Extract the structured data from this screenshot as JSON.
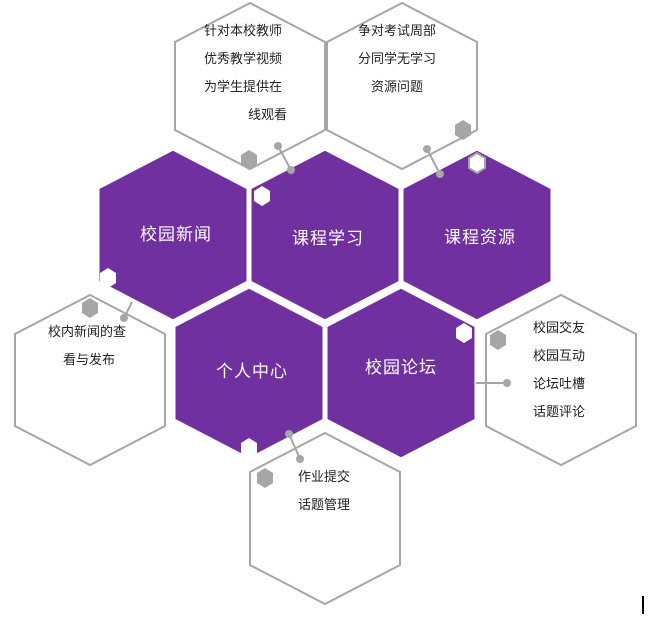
{
  "colors": {
    "purple": "#7030a0",
    "outline": "#a6a6a6",
    "text": "#222222"
  },
  "modules": [
    {
      "key": "news",
      "title": "校园新闻"
    },
    {
      "key": "course",
      "title": "课程学习"
    },
    {
      "key": "resource",
      "title": "课程资源"
    },
    {
      "key": "personal",
      "title": "个人中心"
    },
    {
      "key": "forum",
      "title": "校园论坛"
    }
  ],
  "descriptions": {
    "teacher_video": [
      "针对本校教师",
      "优秀教学视频",
      "为学生提供在",
      "线观看"
    ],
    "exam_resources": [
      "争对考试周部",
      "分同学无学习",
      "资源问题"
    ],
    "news_publish": [
      "校内新闻的查",
      "看与发布"
    ],
    "forum_features": [
      "校园交友",
      "校园互动",
      "论坛吐槽",
      "话题评论"
    ],
    "homework": [
      "作业提交",
      "话题管理"
    ]
  }
}
